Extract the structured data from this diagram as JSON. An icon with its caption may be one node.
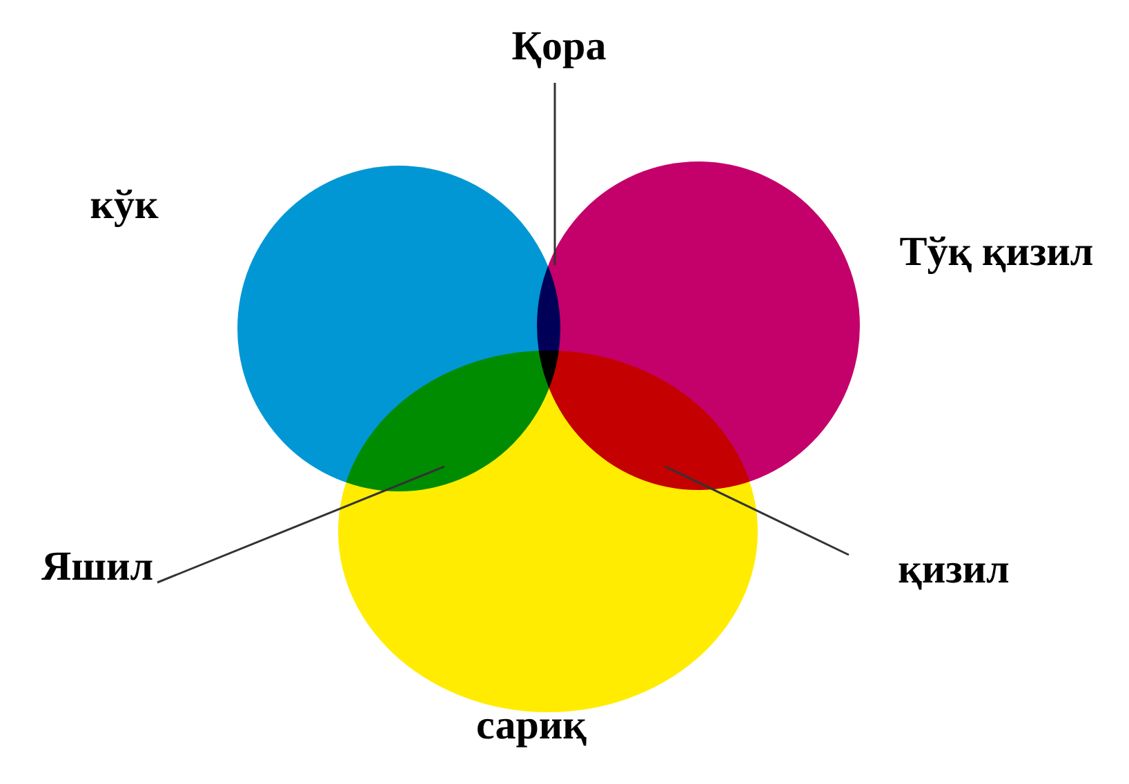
{
  "diagram": {
    "nodes": [
      {
        "text": [
          "Қора"
        ]
      },
      {
        "text": [
          "Яшил"
        ]
      },
      {
        "text": [
          "қизил"
        ]
      },
      {
        "text": [],
        "shape": "circle",
        "beside": [
          "кўк"
        ]
      },
      {
        "text": [],
        "shape": "circle",
        "beside": [
          "Тўқ қизил"
        ]
      },
      {
        "text": [],
        "shape": "circle",
        "beside": [
          "сариқ"
        ]
      }
    ],
    "edges": [
      {
        "from": 0,
        "to": 3,
        "arrow": "none"
      },
      {
        "from": 1,
        "to": 3,
        "arrow": "none"
      },
      {
        "from": 2,
        "to": 4,
        "arrow": "none"
      }
    ]
  }
}
